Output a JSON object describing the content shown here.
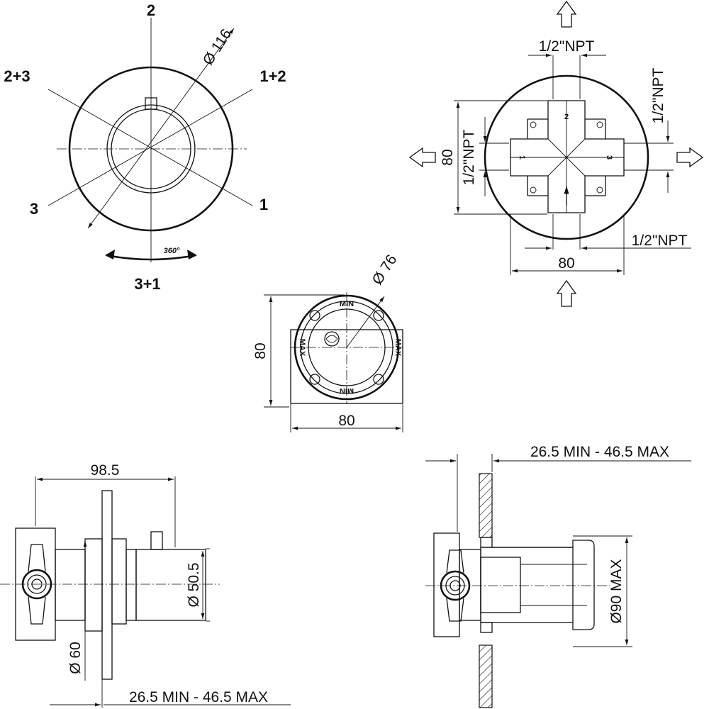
{
  "view_top_left": {
    "pos_2": "2",
    "pos_1_2": "1+2",
    "pos_2_3": "2+3",
    "pos_1": "1",
    "pos_3": "3",
    "pos_3_1": "3+1",
    "rotation": "360°",
    "diameter": "Ø 116"
  },
  "view_top_right": {
    "npt_top": "1/2\"NPT",
    "npt_right": "1/2\"NPT",
    "npt_left": "1/2\"NPT",
    "npt_bottom": "1/2\"NPT",
    "dim_height": "80",
    "dim_width": "80",
    "port_2": "2",
    "port_1": "1",
    "port_3": "3"
  },
  "view_middle": {
    "diameter": "Ø 76",
    "dim_height": "80",
    "dim_width": "80",
    "scale_min": "MIN",
    "scale_max": "MAX"
  },
  "view_bottom_left": {
    "dim_length": "98.5",
    "dim_d505": "Ø 50.5",
    "dim_d60": "Ø 60",
    "dim_range": "26.5   MIN  -  46.5  MAX"
  },
  "view_bottom_right": {
    "dim_range": "26.5   MIN  -  46.5  MAX",
    "dim_d90": "Ø90  MAX"
  }
}
